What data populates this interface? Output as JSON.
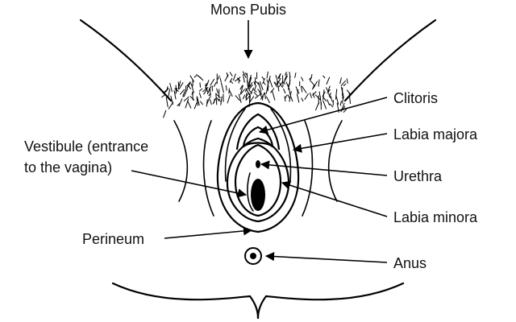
{
  "labels": {
    "mons_pubis": "Mons Pubis",
    "clitoris": "Clitoris",
    "labia_majora": "Labia majora",
    "urethra": "Urethra",
    "labia_minora": "Labia minora",
    "anus": "Anus",
    "vestibule_line1": "Vestibule (entrance",
    "vestibule_line2": "to the vagina)",
    "perineum": "Perineum"
  }
}
